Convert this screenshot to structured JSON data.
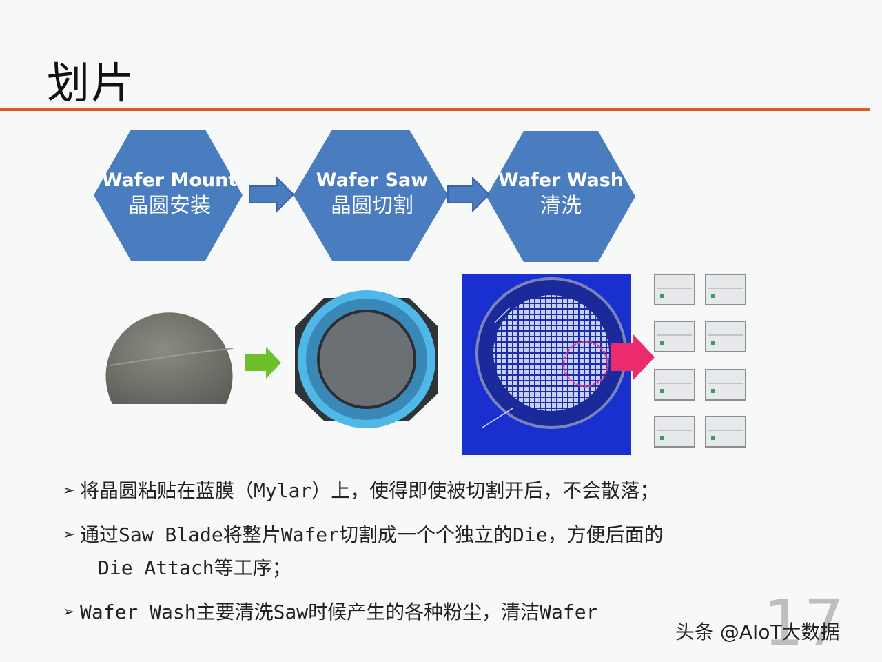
{
  "slide": {
    "title": "划片",
    "page_number": "17",
    "accent_color": "#e0572a"
  },
  "process_steps": [
    {
      "en": "Wafer Mount",
      "zh": "晶圆安装"
    },
    {
      "en": "Wafer Saw",
      "zh": "晶圆切割"
    },
    {
      "en": "Wafer Wash",
      "zh": "清洗"
    }
  ],
  "colors": {
    "hexagon": "#4a7cc0",
    "arrow": "#4a7cc0",
    "saw_frame_blue": "#4fb8e8",
    "green_arrow": "#6cc02a",
    "pink_arrow": "#ec2a6e",
    "saw_panel_bg": "#1a2fd0"
  },
  "bullets": [
    {
      "mark": "➢",
      "lines": [
        "将晶圆粘贴在蓝膜（Mylar）上，使得即使被切割开后，不会散落；"
      ]
    },
    {
      "mark": "➢",
      "lines": [
        "通过Saw Blade将整片Wafer切割成一个个独立的Die，方便后面的",
        "Die Attach等工序；"
      ]
    },
    {
      "mark": "➢",
      "lines": [
        "Wafer Wash主要清洗Saw时候产生的各种粉尘，清洁Wafer"
      ]
    }
  ],
  "watermark": "头条 @AIoT大数据",
  "icons": [
    "arrow-right-icon",
    "bullet-arrow-icon"
  ]
}
